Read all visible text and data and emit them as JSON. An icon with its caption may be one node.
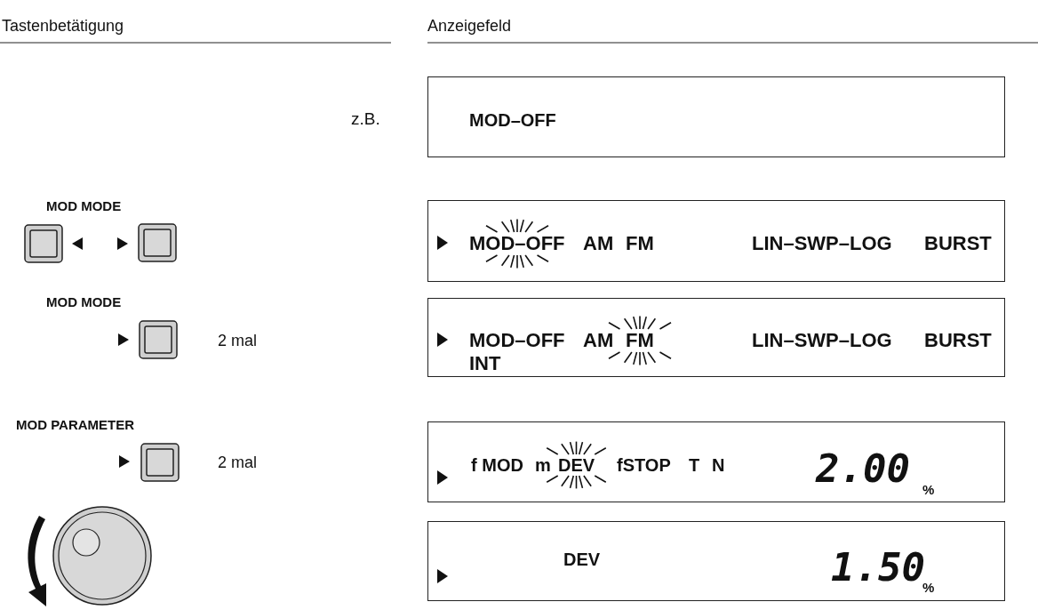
{
  "diagram": {
    "nodes": [
      {
        "text": [
          "MOD–OFF"
        ],
        "beside": [
          "z.B."
        ]
      },
      {
        "text": [
          "MOD–OFF",
          "AM",
          "FM",
          "LIN–SWP–LOG",
          "BURST"
        ]
      },
      {
        "text": [
          "MOD–OFF",
          "AM",
          "FM",
          "INT",
          "LIN–SWP–LOG",
          "BURST"
        ]
      },
      {
        "text": [
          "f MOD",
          "m",
          "DEV",
          "fSTOP",
          "T",
          "N",
          "2.00",
          "%"
        ]
      },
      {
        "text": [
          "DEV",
          "1.50",
          "%"
        ]
      }
    ],
    "labels": [
      "Tastenbetätigung",
      "Anzeigefeld",
      "MOD MODE",
      "MOD MODE",
      "2 mal",
      "MOD PARAMETER",
      "2 mal"
    ]
  }
}
